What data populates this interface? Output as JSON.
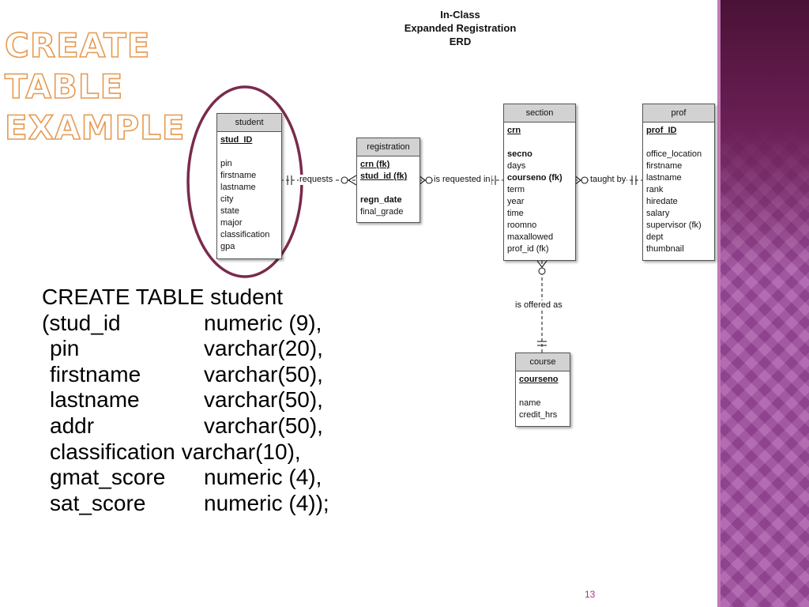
{
  "slide": {
    "title_lines": [
      "CREATE TABLE",
      "EXAMPLE"
    ],
    "page_number": "13",
    "title_color": "#e69a52",
    "band_color": "#a14a9f",
    "highlight_color": "#7a2a4c"
  },
  "erd": {
    "caption_lines": [
      "In-Class",
      "Expanded Registration",
      "ERD"
    ],
    "entities": {
      "student": {
        "header": "student",
        "pk": "stud_ID",
        "attrs": [
          "pin",
          "firstname",
          "lastname",
          "city",
          "state",
          "major",
          "classification",
          "gpa"
        ]
      },
      "registration": {
        "header": "registration",
        "keys": [
          "crn (fk)",
          "stud_id (fk)"
        ],
        "attrs_bold": "regn_date",
        "attrs": [
          "final_grade"
        ]
      },
      "section": {
        "header": "section",
        "pk": "crn",
        "attrs_bold_first": "secno",
        "attrs_a": [
          "days"
        ],
        "fk": "courseno (fk)",
        "attrs_b": [
          "term",
          "year",
          "time",
          "roomno",
          "maxallowed",
          "prof_id (fk)"
        ]
      },
      "prof": {
        "header": "prof",
        "pk": "prof_ID",
        "attrs": [
          "office_location",
          "firstname",
          "lastname",
          "rank",
          "hiredate",
          "salary",
          "supervisor (fk)",
          "dept",
          "thumbnail"
        ]
      },
      "course": {
        "header": "course",
        "pk": "courseno",
        "attrs": [
          "name",
          "credit_hrs"
        ]
      }
    },
    "relationships": {
      "student_registration": "requests",
      "registration_section": "is requested in",
      "section_prof": "taught by",
      "section_course": "is offered as"
    }
  },
  "sql": {
    "statement_line": "CREATE TABLE student",
    "columns": [
      {
        "name": "(stud_id",
        "type": "numeric (9),"
      },
      {
        "name": "pin",
        "type": "varchar(20),"
      },
      {
        "name": "firstname",
        "type": "varchar(50),"
      },
      {
        "name": "lastname",
        "type": "varchar(50),"
      },
      {
        "name": "addr",
        "type": "varchar(50),"
      },
      {
        "name": "classification",
        "type": "varchar(10),"
      },
      {
        "name": "gmat_score",
        "type": "numeric (4),"
      },
      {
        "name": "sat_score",
        "type": "numeric (4));"
      }
    ]
  }
}
